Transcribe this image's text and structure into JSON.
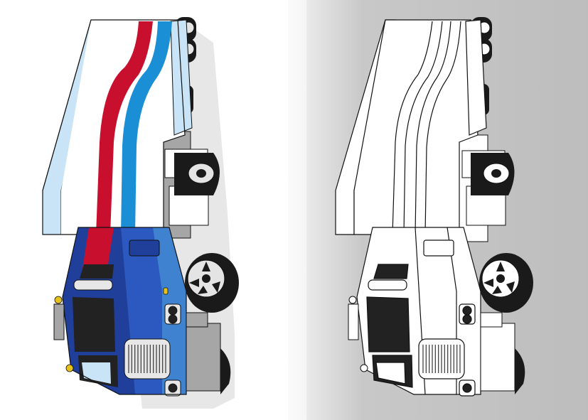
{
  "illustration": {
    "subject": "semi-truck-with-trailer",
    "variants": [
      "colored",
      "line-art-outline"
    ]
  },
  "colors": {
    "trailer_fill": "#c9e4f6",
    "trailer_roof": "#ffffff",
    "stripe_red": "#c8102e",
    "stripe_blue": "#1a8fd6",
    "cab_blue_dark": "#1f3f9a",
    "cab_blue_mid": "#2c59c0",
    "cab_blue_light": "#3e82d0",
    "window_dark": "#222222",
    "wheel_dark": "#1a1a1a",
    "hubcap_light": "#e4e4e4",
    "grille": "#e7e7e7",
    "shadow_gray": "#c9c9c9",
    "frame_gray": "#a6a6a6",
    "light_yellow": "#e8c21c",
    "outline": "#111111"
  }
}
